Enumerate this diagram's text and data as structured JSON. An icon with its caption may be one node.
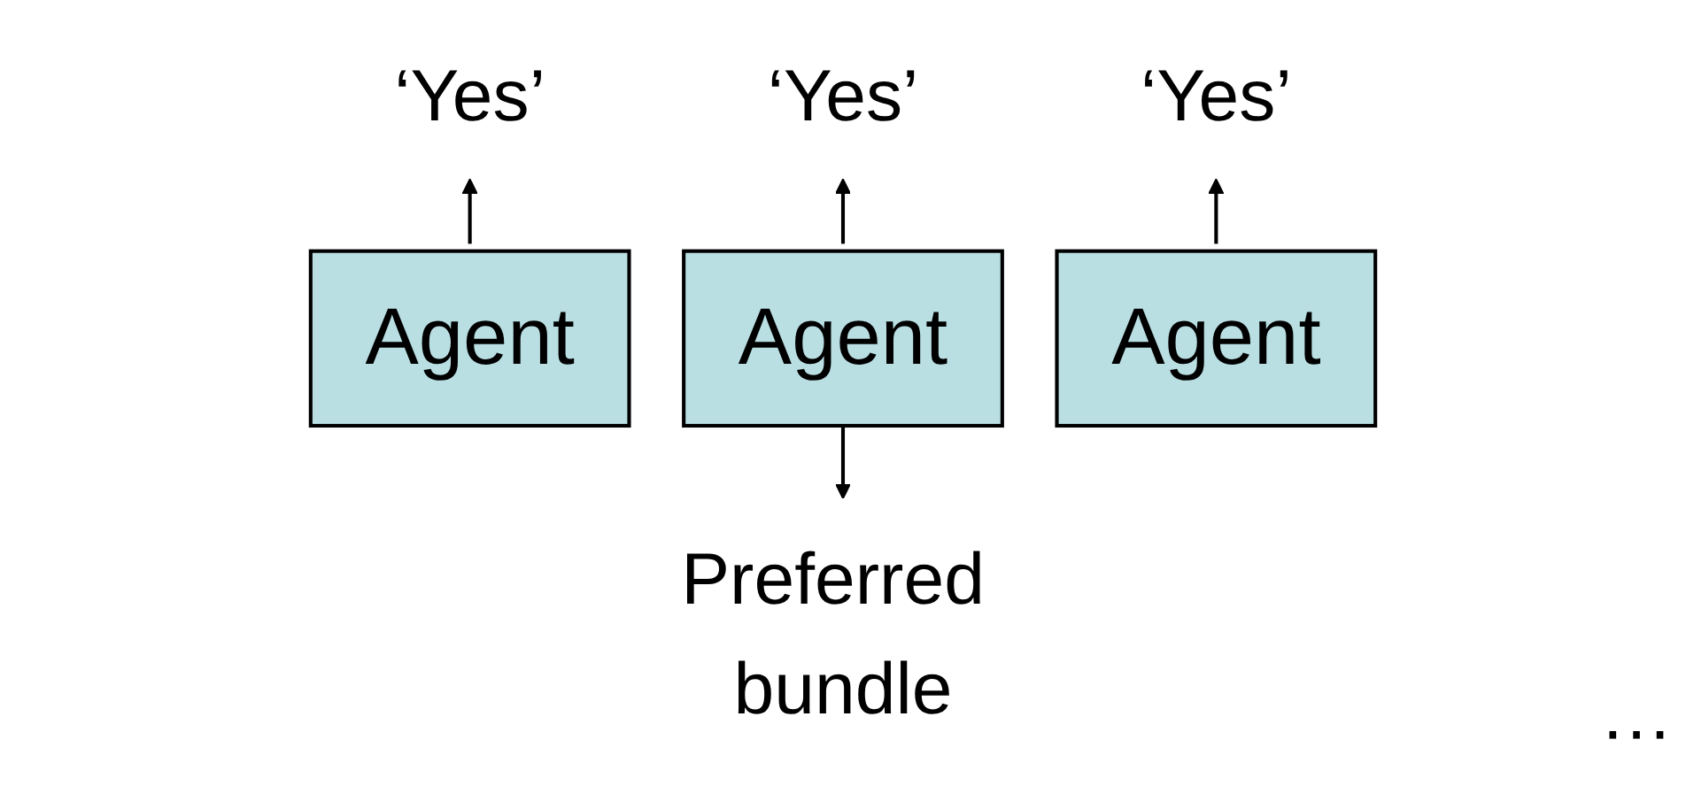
{
  "diagram": {
    "nodes": [
      {
        "text": [
          "Agent"
        ]
      },
      {
        "text": [
          "Agent"
        ]
      },
      {
        "text": [
          "Agent"
        ]
      },
      {
        "text": [
          "‘Yes’"
        ]
      },
      {
        "text": [
          "‘Yes’"
        ]
      },
      {
        "text": [
          "‘Yes’"
        ]
      },
      {
        "text": [
          "Preferred bundle"
        ]
      }
    ],
    "edges": [
      {
        "from": 0,
        "to": 3,
        "arrow": "to"
      },
      {
        "from": 1,
        "to": 4,
        "arrow": "to"
      },
      {
        "from": 2,
        "to": 5,
        "arrow": "to"
      },
      {
        "from": 1,
        "to": 6,
        "arrow": "to"
      }
    ],
    "labels": [
      "···"
    ]
  }
}
